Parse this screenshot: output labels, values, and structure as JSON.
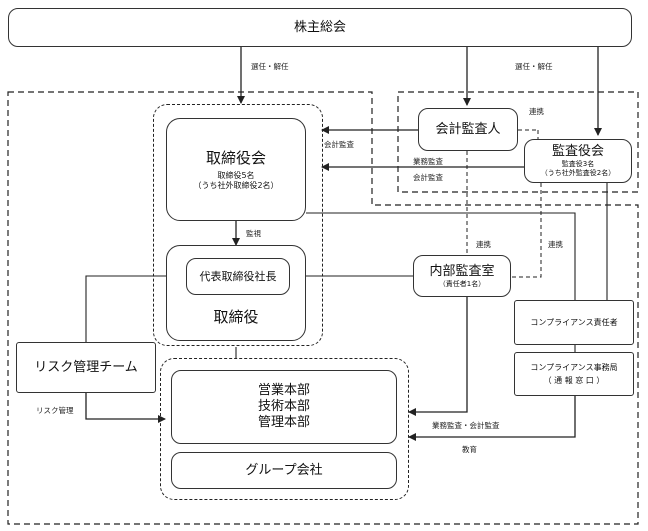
{
  "nodes": {
    "shareholders": "株主総会",
    "board": {
      "title": "取締役会",
      "line1": "取締役5名",
      "line2": "（うち社外取締役2名）"
    },
    "auditor": "会計監査人",
    "audit_board": {
      "title": "監査役会",
      "line1": "監査役3名",
      "line2": "（うち社外監査役2名）"
    },
    "president": "代表取締役社長",
    "directors": "取締役",
    "internal_audit": {
      "title": "内部監査室",
      "sub": "（責任者1名）"
    },
    "risk_team": "リスク管理チーム",
    "compliance_officer": "コンプライアンス責任者",
    "compliance_office": {
      "title": "コンプライアンス事務局",
      "sub": "（ 通 報 窓 口 ）"
    },
    "divisions": [
      "営業本部",
      "技術本部",
      "管理本部"
    ],
    "group": "グループ会社"
  },
  "edge_labels": {
    "elect_left": "選任・解任",
    "elect_right": "選任・解任",
    "renkei_top": "連携",
    "accounting_audit": "会計監査",
    "business_audit": "業務監査",
    "accounting_audit2": "会計監査",
    "renkei_mid1": "連携",
    "renkei_mid2": "連携",
    "supervision": "監視",
    "risk_mgmt": "リスク管理",
    "business_accounting_audit": "業務監査・会計監査",
    "education": "教育"
  }
}
